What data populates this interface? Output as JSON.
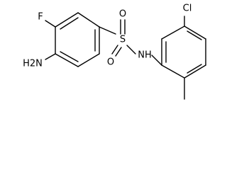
{
  "molecule": {
    "atoms": {
      "f": "F",
      "nh2": "H2N",
      "s": "S",
      "o_top": "O",
      "o_bottom": "O",
      "nh": "NH",
      "cl": "Cl"
    }
  }
}
